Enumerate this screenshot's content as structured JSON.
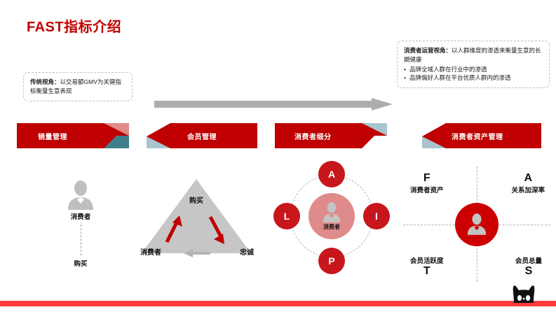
{
  "title": "FAST指标介绍",
  "callouts": {
    "traditional": {
      "label": "传统视角",
      "colon": "：",
      "text": "以交易额GMV为关键指标衡量生意表现"
    },
    "consumer": {
      "label": "消费者运营视角",
      "colon": "：",
      "text": "以人群维度的渗透来衡量生意的长期健康",
      "bullets": [
        "品牌全域人群在行业中的渗透",
        "品牌偏好人群在平台优质人群内的渗透"
      ],
      "bullet_marker": "•"
    }
  },
  "process_arrow": {
    "icon": "right-arrow-icon"
  },
  "banners": [
    {
      "label": "销量管理",
      "icon": "tools-icon"
    },
    {
      "label": "会员管理",
      "icon": "bar-chart-gear-icon"
    },
    {
      "label": "消费者细分",
      "icon": "tools-icon"
    },
    {
      "label": "消费者资产管理",
      "icon": "bar-chart-gear-icon"
    }
  ],
  "panel_sales": {
    "person_icon": "person-grey-icon",
    "caption_consumer": "消费者",
    "caption_purchase": "购买"
  },
  "panel_triangle": {
    "top": "购买",
    "left": "消费者",
    "right": "忠诚",
    "arrows": [
      "up-red-arrow-icon",
      "down-red-arrow-icon",
      "left-grey-arrow-icon"
    ]
  },
  "panel_aipl": {
    "nodes": [
      {
        "key": "a",
        "label": "A"
      },
      {
        "key": "i",
        "label": "I"
      },
      {
        "key": "p",
        "label": "P"
      },
      {
        "key": "l",
        "label": "L"
      }
    ],
    "center_label": "消费者",
    "center_icon": "person-grey-icon"
  },
  "panel_fast": {
    "center_icon": "person-grey-icon",
    "quadrants": [
      {
        "key": "f",
        "letter": "F",
        "sub": "消费者资产"
      },
      {
        "key": "a",
        "letter": "A",
        "sub": "关系加深率"
      },
      {
        "key": "t",
        "letter": "T",
        "sub": "会员活跃度"
      },
      {
        "key": "s",
        "letter": "S",
        "sub": "会员总量"
      }
    ]
  },
  "footer": {
    "logo": "tmall-cat-logo"
  },
  "colors": {
    "brand_red": "#c8161d",
    "title_red": "#c00000",
    "banner_red": "#c00000",
    "footer_red": "#ff3b3b",
    "teal": "#3d7f8c",
    "salmon": "#e08b8b",
    "light_blue": "#a8c4ce",
    "grey": "#bfbfbf"
  }
}
